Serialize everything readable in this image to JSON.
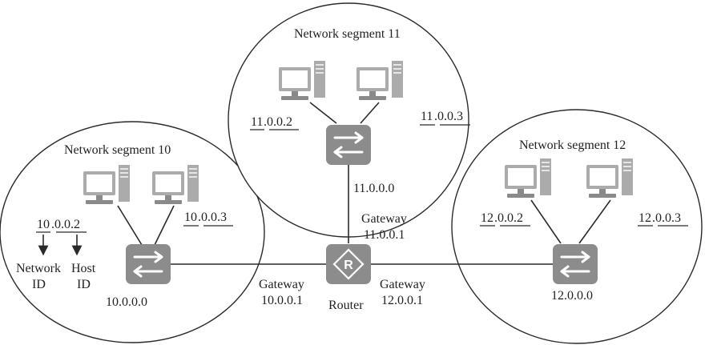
{
  "segments": {
    "seg10": {
      "label": "Network segment 10",
      "switch_id": "10.0.0.0"
    },
    "seg11": {
      "label": "Network segment 11",
      "switch_id": "11.0.0.0"
    },
    "seg12": {
      "label": "Network segment 12",
      "switch_id": "12.0.0.0"
    }
  },
  "hosts": {
    "h10a": {
      "net": "10",
      "rest": ".0.0.2"
    },
    "h10b": {
      "net": "10",
      "rest": ".0.0.3"
    },
    "h11a": {
      "net": "11",
      "rest": ".0.0.2"
    },
    "h11b": {
      "net": "11",
      "rest": ".0.0.3"
    },
    "h12a": {
      "net": "12",
      "rest": ".0.0.2"
    },
    "h12b": {
      "net": "12",
      "rest": ".0.0.3"
    }
  },
  "annotation": {
    "network_line1": "Network",
    "network_line2": "ID",
    "host_line1": "Host",
    "host_line2": "ID"
  },
  "router": {
    "label": "Router",
    "symbol": "R"
  },
  "gateways": {
    "gw10": {
      "label": "Gateway",
      "ip": "10.0.0.1"
    },
    "gw11": {
      "label": "Gateway",
      "ip": "11.0.0.1"
    },
    "gw12": {
      "label": "Gateway",
      "ip": "12.0.0.1"
    }
  },
  "icons": [
    "computer-icon",
    "switch-icon",
    "router-icon"
  ]
}
